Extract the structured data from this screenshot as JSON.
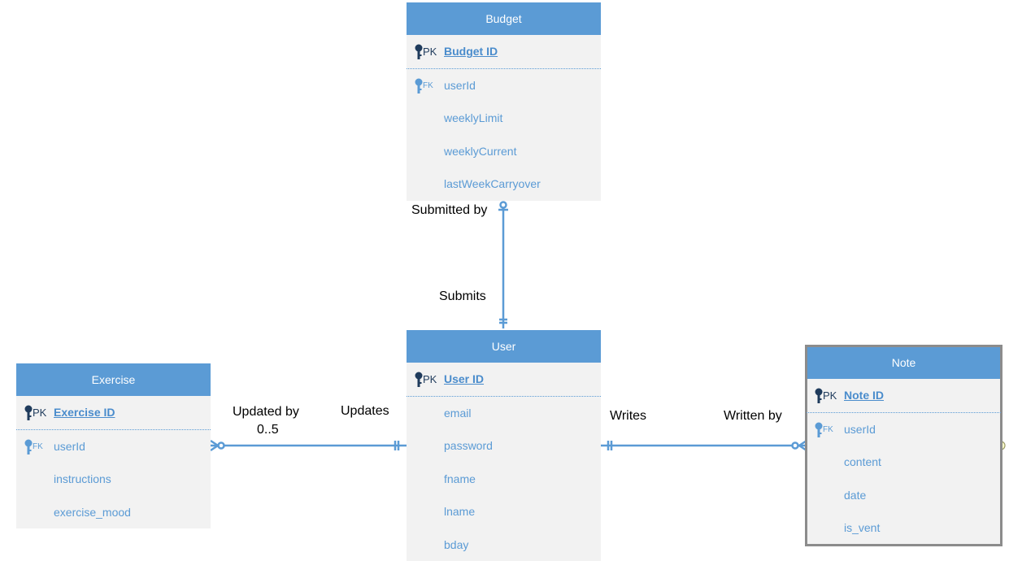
{
  "colors": {
    "header": "#5b9bd5",
    "body": "#f2f2f2",
    "line": "#5b9bd5",
    "text": "#5b9bd5",
    "selection": "#8c8c8c"
  },
  "entities": {
    "budget": {
      "title": "Budget",
      "pk": {
        "tag": "PK",
        "field": "Budget ID"
      },
      "fk": {
        "tag": "FK",
        "field": "userId"
      },
      "fields": [
        "weeklyLimit",
        "weeklyCurrent",
        "lastWeekCarryover"
      ]
    },
    "user": {
      "title": "User",
      "pk": {
        "tag": "PK",
        "field": "User ID"
      },
      "fields": [
        "email",
        "password",
        "fname",
        "lname",
        "bday"
      ]
    },
    "exercise": {
      "title": "Exercise",
      "pk": {
        "tag": "PK",
        "field": "Exercise ID"
      },
      "fk": {
        "tag": "FK",
        "field": "userId"
      },
      "fields": [
        "instructions",
        "exercise_mood"
      ]
    },
    "note": {
      "title": "Note",
      "pk": {
        "tag": "PK",
        "field": "Note ID"
      },
      "fk": {
        "tag": "FK",
        "field": "userId"
      },
      "fields": [
        "content",
        "date",
        "is_vent"
      ]
    }
  },
  "relationships": {
    "budget_user": {
      "label_budget_side": "Submitted by",
      "label_user_side": "Submits"
    },
    "exercise_user": {
      "label_exercise_side": "Updated by",
      "cardinality": "0..5",
      "label_user_side": "Updates"
    },
    "user_note": {
      "label_user_side": "Writes",
      "label_note_side": "Written by"
    }
  }
}
